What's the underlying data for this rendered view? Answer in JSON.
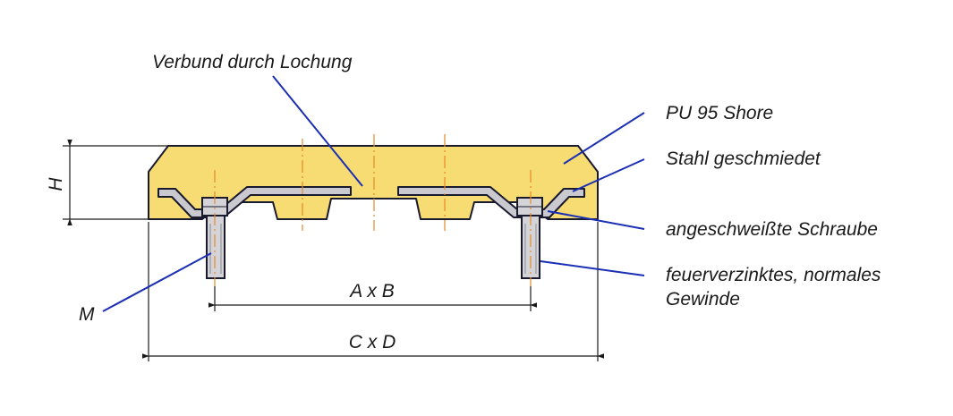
{
  "labels": {
    "verbund": "Verbund durch Lochung",
    "pu": "PU 95 Shore",
    "stahl": "Stahl geschmiedet",
    "schraube": "angeschweißte Schraube",
    "gewinde_line1": "feuerverzinktes, normales",
    "gewinde_line2": "Gewinde",
    "m": "M"
  },
  "dimensions": {
    "h": "H",
    "axb": "A x B",
    "cxd": "C x D"
  },
  "colors": {
    "polyurethane": "#f6dc72",
    "steel": "#c9c9cf",
    "bolt": "#d4d4d8",
    "outline": "#1a1a2e",
    "leader": "#1b2fb5",
    "centerline": "#e58a2a",
    "dimension": "#1a1a1a"
  }
}
